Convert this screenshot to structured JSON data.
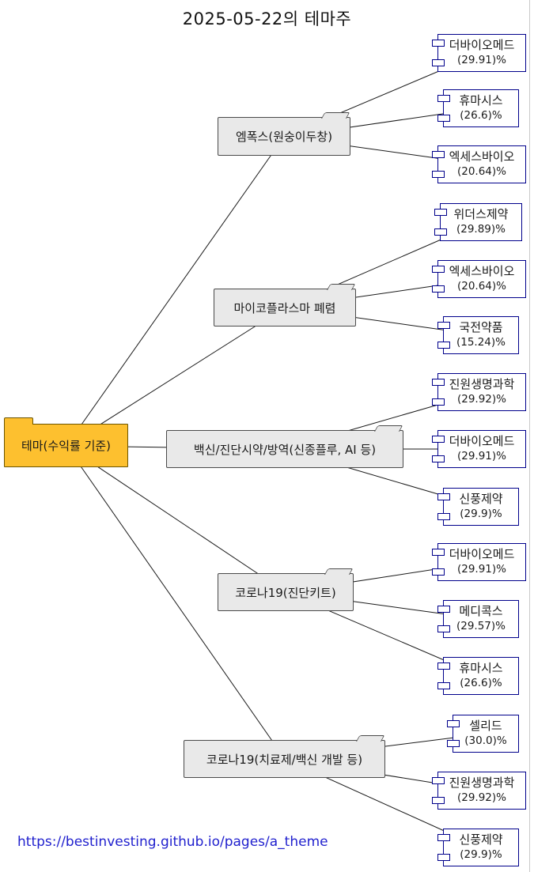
{
  "title": "2025-05-22의 테마주",
  "footer": {
    "url_label": "https://bestinvesting.github.io/pages/a_theme"
  },
  "colors": {
    "root_fill": "#FDC02F",
    "theme_fill": "#E9E9E9",
    "leaf_border": "#00008B",
    "edge": "#1a1a1a",
    "link": "#2121CE"
  },
  "root": {
    "label": "테마(수익률 기준)"
  },
  "themes": [
    {
      "label": "엠폭스(원숭이두창)",
      "stocks": [
        {
          "name": "더바이오메드",
          "pct": "(29.91)%"
        },
        {
          "name": "휴마시스",
          "pct": "(26.6)%"
        },
        {
          "name": "엑세스바이오",
          "pct": "(20.64)%"
        }
      ]
    },
    {
      "label": "마이코플라스마 폐렴",
      "stocks": [
        {
          "name": "위더스제약",
          "pct": "(29.89)%"
        },
        {
          "name": "엑세스바이오",
          "pct": "(20.64)%"
        },
        {
          "name": "국전약품",
          "pct": "(15.24)%"
        }
      ]
    },
    {
      "label": "백신/진단시약/방역(신종플루, AI 등)",
      "stocks": [
        {
          "name": "진원생명과학",
          "pct": "(29.92)%"
        },
        {
          "name": "더바이오메드",
          "pct": "(29.91)%"
        },
        {
          "name": "신풍제약",
          "pct": "(29.9)%"
        }
      ]
    },
    {
      "label": "코로나19(진단키트)",
      "stocks": [
        {
          "name": "더바이오메드",
          "pct": "(29.91)%"
        },
        {
          "name": "메디콕스",
          "pct": "(29.57)%"
        },
        {
          "name": "휴마시스",
          "pct": "(26.6)%"
        }
      ]
    },
    {
      "label": "코로나19(치료제/백신 개발 등)",
      "stocks": [
        {
          "name": "셀리드",
          "pct": "(30.0)%"
        },
        {
          "name": "진원생명과학",
          "pct": "(29.92)%"
        },
        {
          "name": "신풍제약",
          "pct": "(29.9)%"
        }
      ]
    }
  ]
}
